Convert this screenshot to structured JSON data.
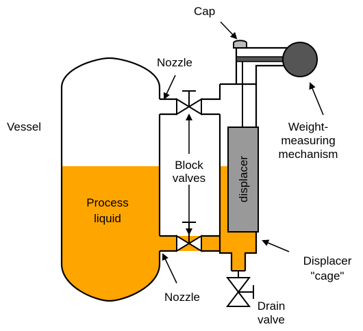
{
  "labels": {
    "cap": "Cap",
    "nozzle_top": "Nozzle",
    "nozzle_bottom": "Nozzle",
    "vessel": "Vessel",
    "block_valves_line1": "Block",
    "block_valves_line2": "valves",
    "process_liquid_line1": "Process",
    "process_liquid_line2": "liquid",
    "displacer": "displacer",
    "weight_line1": "Weight-",
    "weight_line2": "measuring",
    "weight_line3": "mechanism",
    "cage_line1": "Displacer",
    "cage_line2": "\"cage\"",
    "drain_line1": "Drain",
    "drain_line2": "valve"
  },
  "colors": {
    "liquid": "#ffa500",
    "displacer": "#999999",
    "mechanism": "#555555",
    "cap": "#bbbbbb",
    "outline": "#000000"
  }
}
